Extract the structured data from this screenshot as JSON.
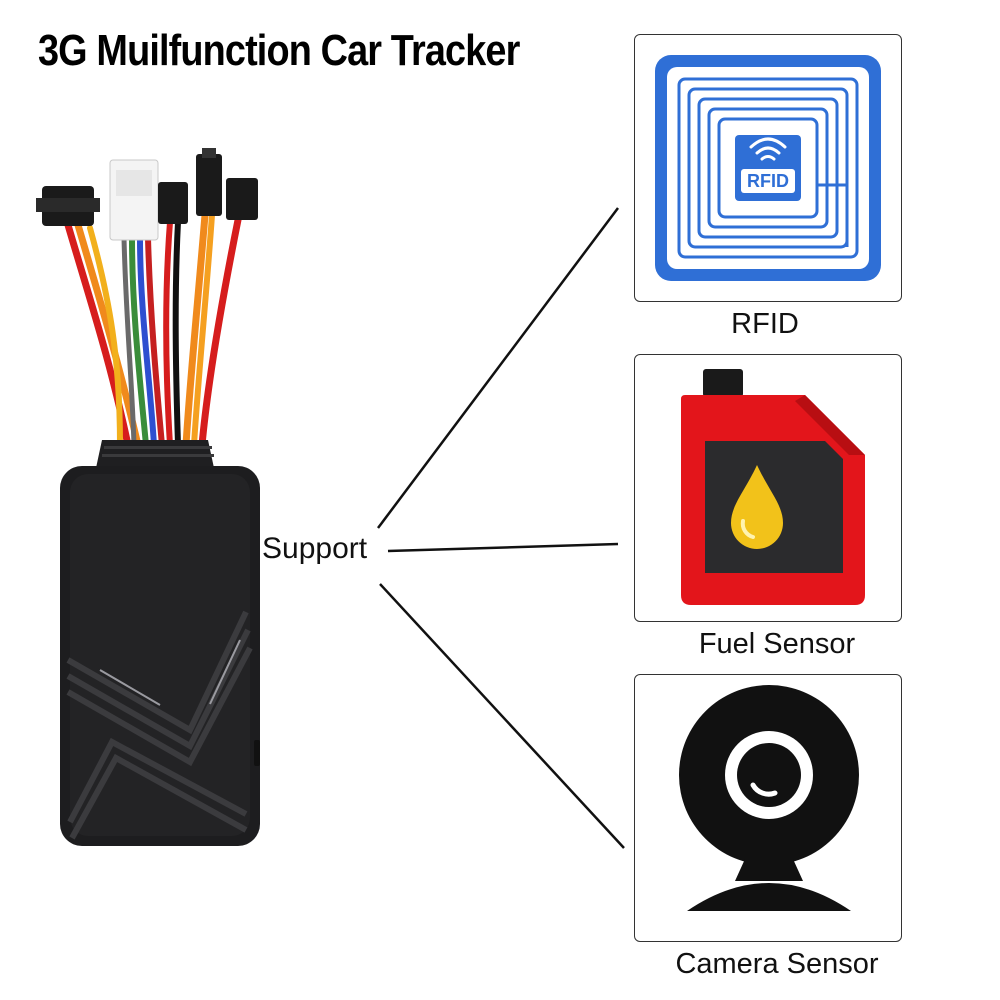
{
  "title": "3G Muilfunction Car Tracker",
  "support_label": "Support",
  "rfid_badge_text": "RFID",
  "sensors": [
    {
      "caption": "RFID",
      "icon": "rfid-tag-icon"
    },
    {
      "caption": "Fuel Sensor",
      "icon": "fuel-can-icon"
    },
    {
      "caption": "Camera Sensor",
      "icon": "webcam-icon"
    }
  ],
  "colors": {
    "rfid_blue": "#2f6fd6",
    "fuel_red": "#e3151b",
    "fuel_drop": "#f2c21a",
    "device_body": "#1d1d1f"
  }
}
